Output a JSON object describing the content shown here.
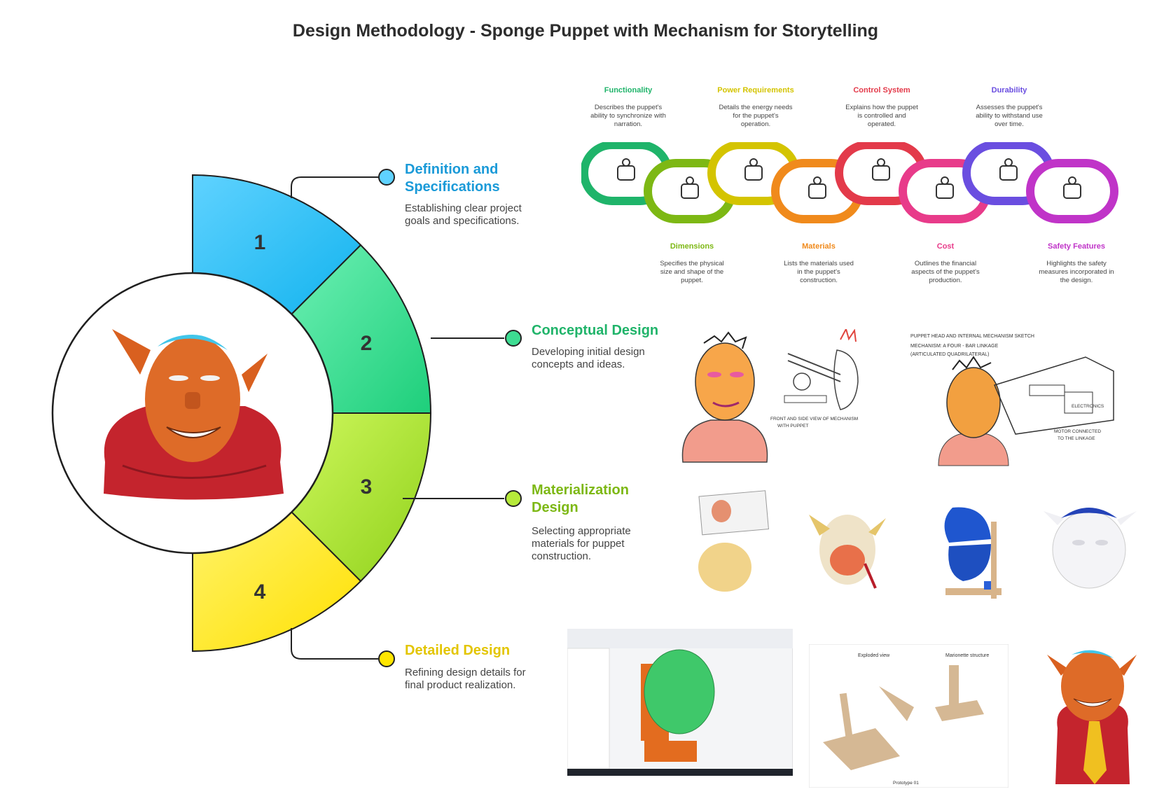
{
  "title": "Design Methodology - Sponge Puppet with Mechanism for Storytelling",
  "colors": {
    "blue": "#1a9ad8",
    "green": "#20b46a",
    "lime": "#7db814",
    "yellow": "#e3c500"
  },
  "steps": [
    {
      "number": "1",
      "title": "Definition and Specifications",
      "title_line1": "Definition and",
      "title_line2": "Specifications",
      "desc_line1": "Establishing clear project",
      "desc_line2": "goals and specifications.",
      "desc_line3": ""
    },
    {
      "number": "2",
      "title": "Conceptual Design",
      "title_line1": "Conceptual Design",
      "title_line2": "",
      "desc_line1": "Developing initial design",
      "desc_line2": "concepts and ideas.",
      "desc_line3": ""
    },
    {
      "number": "3",
      "title": "Materialization Design",
      "title_line1": "Materialization",
      "title_line2": "Design",
      "desc_line1": "Selecting appropriate",
      "desc_line2": "materials for puppet",
      "desc_line3": "construction."
    },
    {
      "number": "4",
      "title": "Detailed Design",
      "title_line1": "Detailed Design",
      "title_line2": "",
      "desc_line1": "Refining design details for",
      "desc_line2": "final product realization.",
      "desc_line3": ""
    }
  ],
  "chain": {
    "top": [
      {
        "title": "Functionality",
        "color": "#1fb46a",
        "icon": "robot-sound-icon",
        "d1": "Describes the puppet's",
        "d2": "ability to synchronize with",
        "d3": "narration."
      },
      {
        "title": "Power Requirements",
        "color": "#d4c400",
        "icon": "power-meter-icon",
        "d1": "Details the energy needs",
        "d2": "for the puppet's",
        "d3": "operation."
      },
      {
        "title": "Control System",
        "color": "#e33a4a",
        "icon": "puppeteer-icon",
        "d1": "Explains how the puppet",
        "d2": "is controlled and",
        "d3": "operated."
      },
      {
        "title": "Durability",
        "color": "#6a4ee0",
        "icon": "hammer-icon",
        "d1": "Assesses the puppet's",
        "d2": "ability to withstand use",
        "d3": "over time."
      }
    ],
    "bottom": [
      {
        "title": "Dimensions",
        "color": "#7db814",
        "icon": "ruler-figure-icon",
        "d1": "Specifies the physical",
        "d2": "size and shape of the",
        "d3": "puppet."
      },
      {
        "title": "Materials",
        "color": "#f08a1c",
        "icon": "tools-cup-icon",
        "d1": "Lists the materials used",
        "d2": "in the puppet's",
        "d3": "construction."
      },
      {
        "title": "Cost",
        "color": "#e83b8a",
        "icon": "price-tag-icon",
        "d1": "Outlines the financial",
        "d2": "aspects of the puppet's",
        "d3": "production."
      },
      {
        "title": "Safety Features",
        "color": "#c034c8",
        "icon": "safety-worker-icon",
        "d1": "Highlights the safety",
        "d2": "measures incorporated in",
        "d3": "the design."
      }
    ]
  },
  "sketch_notes": {
    "note_front": "FRONT AND SIDE VIEW OF MECHANISM",
    "note_front2": "WITH PUPPET",
    "note_header": "PUPPET HEAD AND INTERNAL MECHANISM SKETCH",
    "note_mech": "MECHANISM: A FOUR - BAR LINKAGE",
    "note_mech2": "(ARTICULATED QUADRILATERAL)",
    "note_elec": "ELECTRONICS",
    "note_motor": "MOTOR CONNECTED",
    "note_motor2": "TO THE LINKAGE"
  },
  "drawing_notes": {
    "exploded": "Exploded view",
    "structure": "Marionette structure",
    "prototype": "Prototype 01"
  }
}
